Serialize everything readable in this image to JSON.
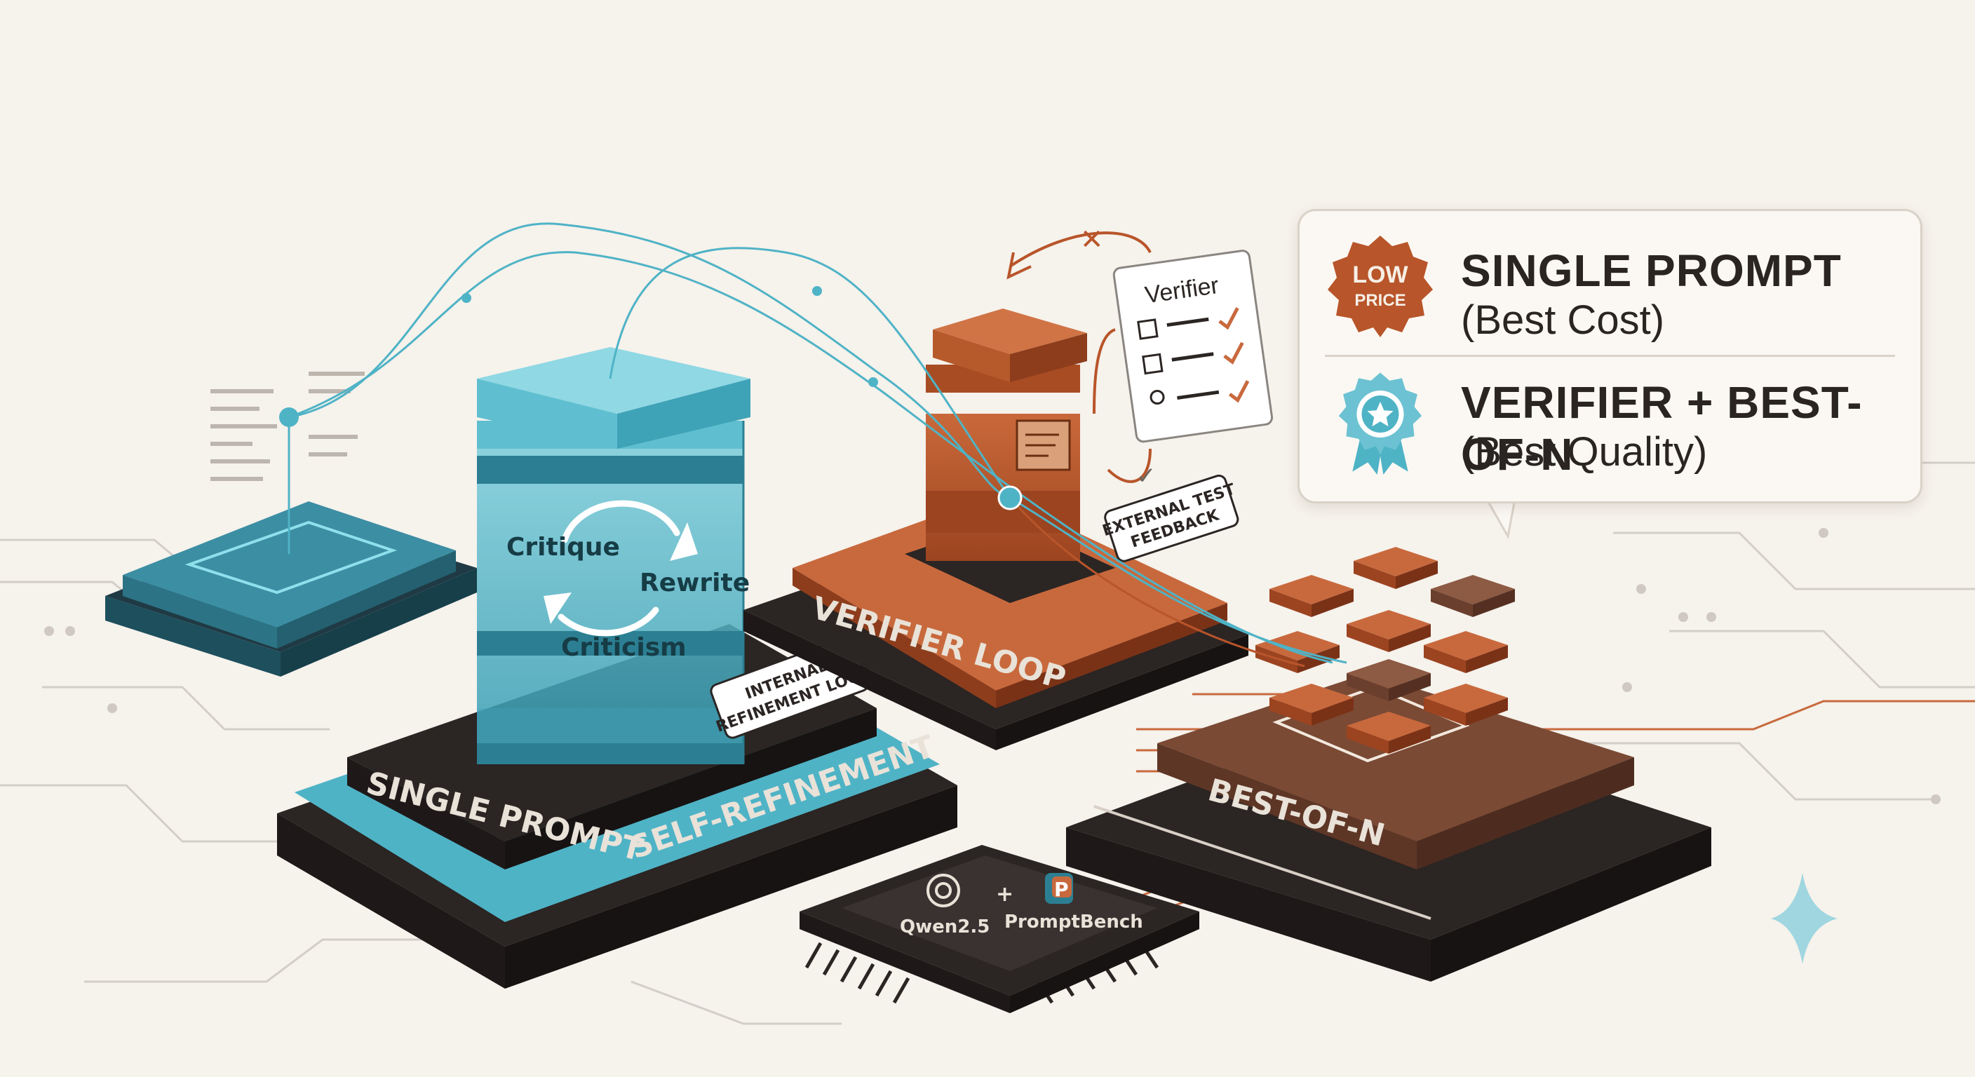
{
  "platforms": {
    "single_prompt": "SINGLE PROMPT",
    "self_refinement": "SELF-REFINEMENT",
    "verifier_loop": "VERIFIER LOOP",
    "best_of_n": "BEST-OF-N"
  },
  "cycle": {
    "critique": "Critique",
    "rewrite": "Rewrite",
    "criticism": "Criticism"
  },
  "tags": {
    "internal_line1": "INTERNAL",
    "internal_line2": "REFINEMENT LOOP",
    "external_line1": "EXTERNAL TEST",
    "external_line2": "FEEDBACK"
  },
  "verifier_card": {
    "title": "Verifier"
  },
  "chip": {
    "model": "Qwen2.5",
    "plus": "+",
    "bench": "PromptBench"
  },
  "legend": {
    "low_price_line1": "LOW",
    "low_price_line2": "PRICE",
    "row1_title": "SINGLE PROMPT",
    "row1_sub": "(Best Cost)",
    "row2_title": "VERIFIER + BEST-OF-N",
    "row2_sub": "(Best Quality)"
  },
  "colors": {
    "teal": "#4fb3c6",
    "teal_dark": "#2c7f92",
    "rust": "#b8552a",
    "dark": "#2b2523",
    "brown": "#7a4a35",
    "background": "#f6f2ec"
  }
}
